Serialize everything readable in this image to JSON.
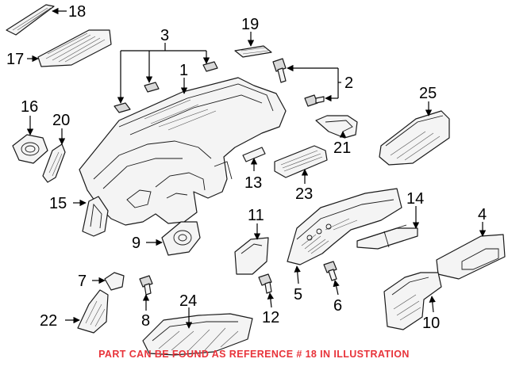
{
  "callouts": {
    "c1": "1",
    "c2": "2",
    "c3": "3",
    "c4": "4",
    "c5": "5",
    "c6": "6",
    "c7": "7",
    "c8": "8",
    "c9": "9",
    "c10": "10",
    "c11": "11",
    "c12": "12",
    "c13": "13",
    "c14": "14",
    "c15": "15",
    "c16": "16",
    "c17": "17",
    "c18": "18",
    "c19": "19",
    "c20": "20",
    "c21": "21",
    "c22": "22",
    "c23": "23",
    "c24": "24",
    "c25": "25"
  },
  "notice": "PART CAN BE FOUND AS REFERENCE # 18 IN ILLUSTRATION",
  "colors": {
    "notice": "#e8333a",
    "line": "#1a1a1a",
    "background": "#ffffff"
  }
}
